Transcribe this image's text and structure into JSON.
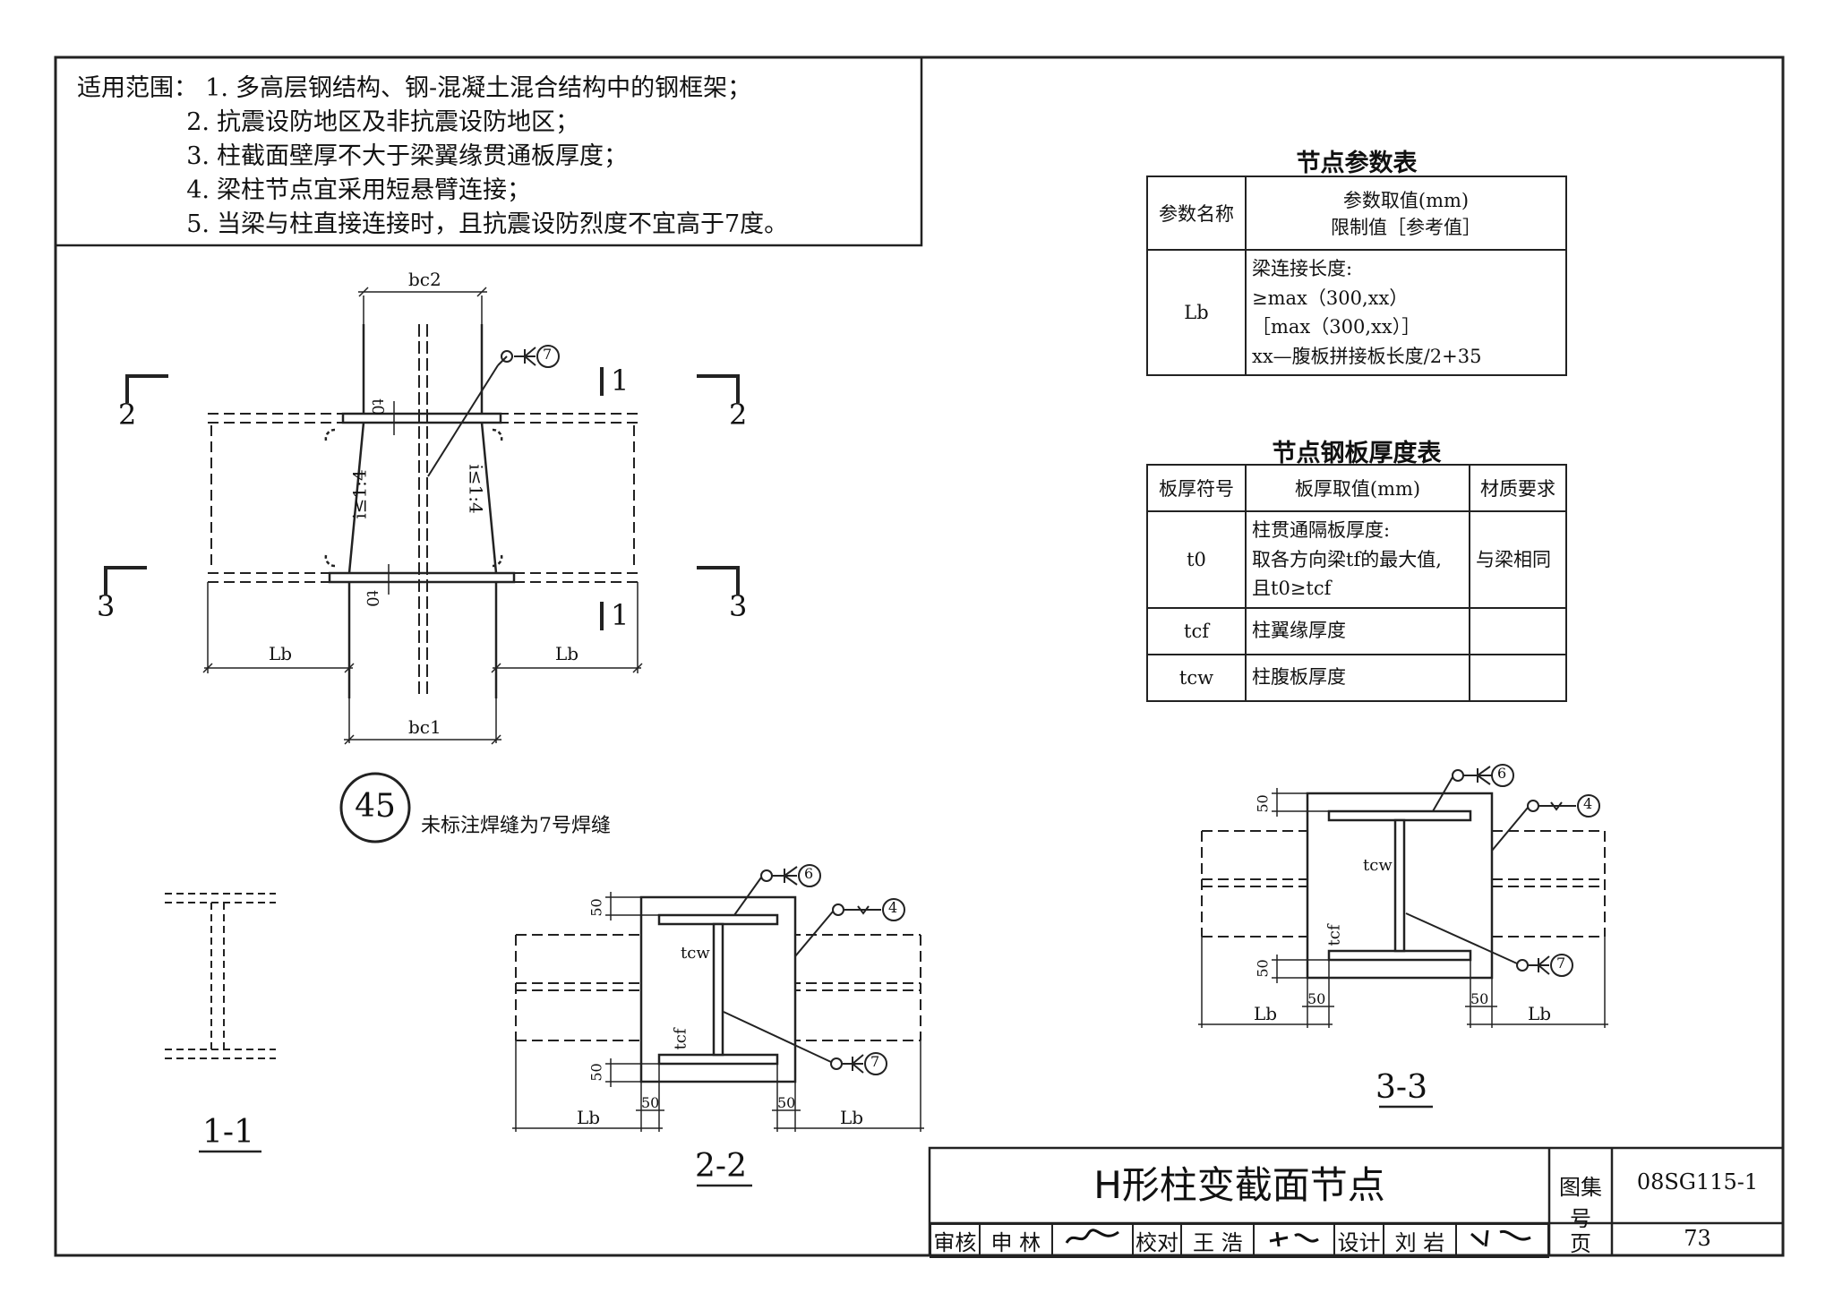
{
  "scope": {
    "heading": "适用范围：",
    "items": [
      {
        "num": "1.",
        "text": "多高层钢结构、钢-混凝土混合结构中的钢框架；"
      },
      {
        "num": "2.",
        "text": "抗震设防地区及非抗震设防地区；"
      },
      {
        "num": "3.",
        "text": "柱截面壁厚不大于梁翼缘贯通板厚度；"
      },
      {
        "num": "4.",
        "text": "梁柱节点宜采用短悬臂连接；"
      },
      {
        "num": "5.",
        "text": "当梁与柱直接连接时，且抗震设防烈度不宜高于7度。"
      }
    ]
  },
  "param_table": {
    "title": "节点参数表",
    "header_name": "参数名称",
    "header_value_1": "参数取值(mm)",
    "header_value_2": "限制值［参考值］",
    "row_name": "Lb",
    "row_lines": [
      "梁连接长度:",
      "≥max（300,xx）",
      "［max（300,xx）］",
      "xx—腹板拼接板长度/2+35"
    ]
  },
  "plate_table": {
    "title": "节点钢板厚度表",
    "headers": [
      "板厚符号",
      "板厚取值(mm)",
      "材质要求"
    ],
    "row1_symbol": "t0",
    "row1_lines": [
      "柱贯通隔板厚度:",
      "取各方向梁tf的最大值,",
      "且t0≥tcf"
    ],
    "row1_material": "与梁相同",
    "row2_symbol": "tcf",
    "row2_value": "柱翼缘厚度",
    "row3_symbol": "tcw",
    "row3_value": "柱腹板厚度"
  },
  "elevation": {
    "bc2": "bc2",
    "bc1": "bc1",
    "lb_left": "Lb",
    "lb_right": "Lb",
    "t0_top": "t0",
    "t0_bottom": "t0",
    "slope_left": "i≤1:4",
    "slope_right": "i≤1:4",
    "weld_no": "7",
    "sec1_top": "1",
    "sec1_bottom": "1",
    "sec2_left": "2",
    "sec2_right": "2",
    "sec3_left": "3",
    "sec3_right": "3"
  },
  "node": {
    "number": "45",
    "note": "未标注焊缝为7号焊缝"
  },
  "sec11": {
    "label": "1-1"
  },
  "sec22": {
    "label": "2-2",
    "tcw": "tcw",
    "tcf": "tcf",
    "dim50_top": "50",
    "dim50_bottom": "50",
    "dim50_left": "50",
    "dim50_right": "50",
    "lb_left": "Lb",
    "lb_right": "Lb",
    "weld_top": "6",
    "weld_side": "4",
    "weld_web": "7"
  },
  "sec33": {
    "label": "3-3",
    "tcw": "tcw",
    "tcf": "tcf",
    "dim50_top": "50",
    "dim50_bottom": "50",
    "dim50_left": "50",
    "dim50_right": "50",
    "lb_left": "Lb",
    "lb_right": "Lb",
    "weld_top": "6",
    "weld_side": "4",
    "weld_web": "7"
  },
  "title_block": {
    "title": "H形柱变截面节点",
    "atlas_label": "图集号",
    "atlas_no": "08SG115-1",
    "review_label": "审核",
    "reviewer": "申 林",
    "check_label": "校对",
    "checker": "王 浩",
    "design_label": "设计",
    "designer": "刘 岩",
    "page_label": "页",
    "page_no": "73"
  }
}
